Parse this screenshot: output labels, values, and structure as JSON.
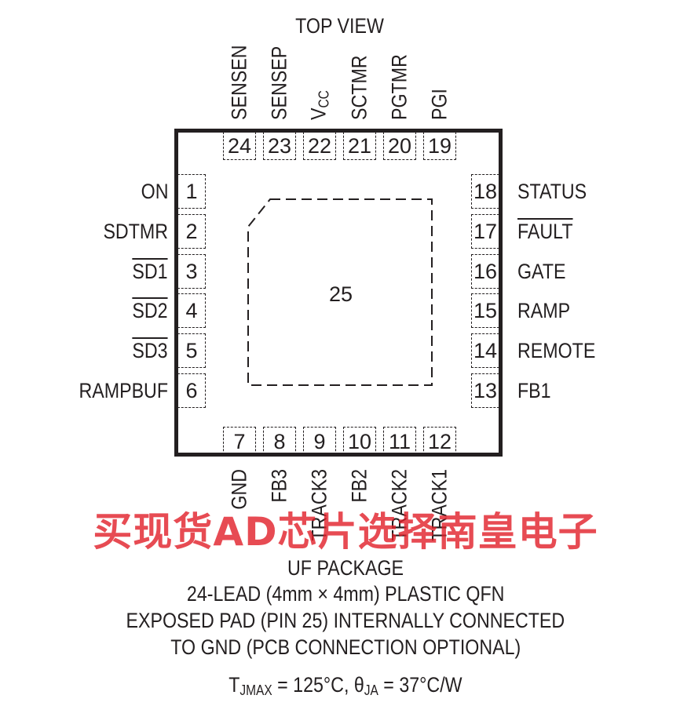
{
  "title": "TOP VIEW",
  "pins_top": [
    {
      "num": "24",
      "name": "SENSEN"
    },
    {
      "num": "23",
      "name": "SENSEP"
    },
    {
      "num": "22",
      "name_main": "V",
      "name_sub": "CC"
    },
    {
      "num": "21",
      "name": "SCTMR"
    },
    {
      "num": "20",
      "name": "PGTMR"
    },
    {
      "num": "19",
      "name": "PGI"
    }
  ],
  "pins_left": [
    {
      "num": "1",
      "name": "ON",
      "overline": false
    },
    {
      "num": "2",
      "name": "SDTMR",
      "overline": false
    },
    {
      "num": "3",
      "name": "SD1",
      "overline": true
    },
    {
      "num": "4",
      "name": "SD2",
      "overline": true
    },
    {
      "num": "5",
      "name": "SD3",
      "overline": true
    },
    {
      "num": "6",
      "name": "RAMPBUF",
      "overline": false
    }
  ],
  "pins_right": [
    {
      "num": "18",
      "name": "STATUS",
      "overline": false
    },
    {
      "num": "17",
      "name": "FAULT",
      "overline": true
    },
    {
      "num": "16",
      "name": "GATE",
      "overline": false
    },
    {
      "num": "15",
      "name": "RAMP",
      "overline": false
    },
    {
      "num": "14",
      "name": "REMOTE",
      "overline": false
    },
    {
      "num": "13",
      "name": "FB1",
      "overline": false
    }
  ],
  "pins_bottom": [
    {
      "num": "7",
      "name": "GND"
    },
    {
      "num": "8",
      "name": "FB3"
    },
    {
      "num": "9",
      "name": "TRACK3"
    },
    {
      "num": "10",
      "name": "FB2"
    },
    {
      "num": "11",
      "name": "TRACK2"
    },
    {
      "num": "12",
      "name": "TRACK1"
    }
  ],
  "exposed_pad_num": "25",
  "watermark": "买现货AD芯片选择南皇电子",
  "package_lines": [
    "UF PACKAGE",
    "24-LEAD (4mm × 4mm) PLASTIC QFN",
    "EXPOSED PAD (PIN 25) INTERNALLY CONNECTED",
    "TO GND (PCB CONNECTION OPTIONAL)"
  ],
  "thermal": {
    "t_main": "T",
    "t_sub": "JMAX",
    "t_value": " = 125°C, ",
    "theta_main": "θ",
    "theta_sub": "JA",
    "theta_value": " = 37°C/W"
  },
  "colors": {
    "ink": "#231f20",
    "watermark": "#e11e28"
  }
}
